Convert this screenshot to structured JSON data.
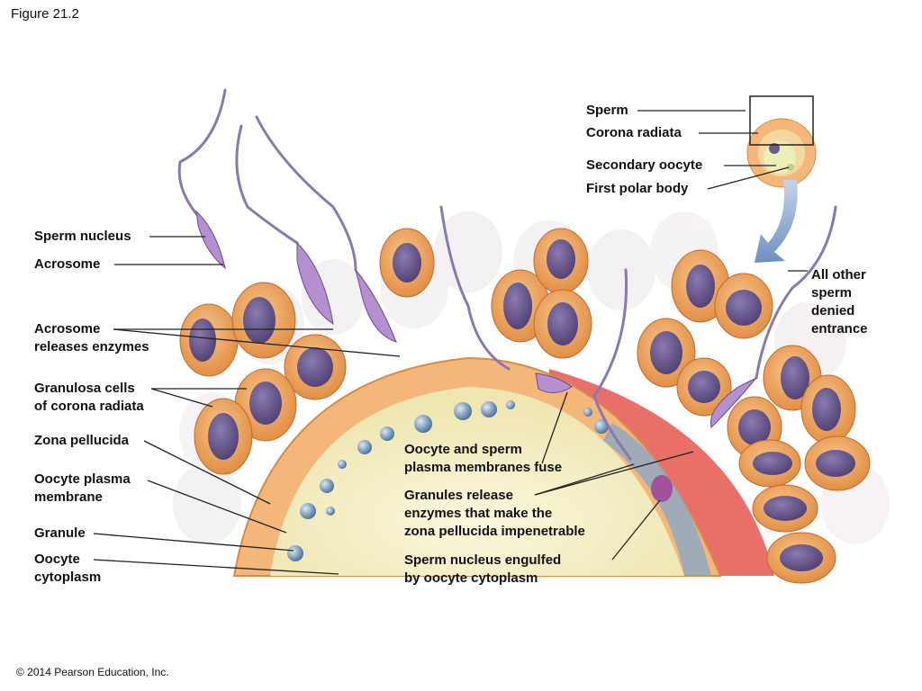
{
  "figure_title": "Figure 21.2",
  "copyright": "© 2014 Pearson Education, Inc.",
  "labels": {
    "sperm_nucleus": "Sperm nucleus",
    "acrosome": "Acrosome",
    "acrosome_releases": [
      "Acrosome",
      "releases enzymes"
    ],
    "granulosa_cells": [
      "Granulosa cells",
      "of corona radiata"
    ],
    "zona_pellucida": "Zona pellucida",
    "oocyte_plasma_membrane": [
      "Oocyte plasma",
      "membrane"
    ],
    "granule": "Granule",
    "oocyte_cytoplasm": [
      "Oocyte",
      "cytoplasm"
    ],
    "membranes_fuse": [
      "Oocyte and sperm",
      "plasma membranes fuse"
    ],
    "granules_release": [
      "Granules release",
      "enzymes that make the",
      "zona pellucida impenetrable"
    ],
    "nucleus_engulfed": [
      "Sperm nucleus engulfed",
      "by oocyte cytoplasm"
    ],
    "all_other_sperm": [
      "All other",
      "sperm",
      "denied",
      "entrance"
    ],
    "inset_sperm": "Sperm",
    "inset_corona": "Corona radiata",
    "inset_secondary_oocyte": "Secondary oocyte",
    "inset_polar_body": "First polar body"
  },
  "colors": {
    "granulosa_fill": "#f0a45c",
    "nucleus_fill": "#6b5a8c",
    "zona_fill": "#f3b77a",
    "cytoplasm_fill": "#f6f0c8",
    "granule_fill": "#7f9fc0",
    "sperm_fill": "#8a78b0",
    "impenetrable_red": "#e4574d",
    "arrow_blue": "#6f8fc2"
  }
}
